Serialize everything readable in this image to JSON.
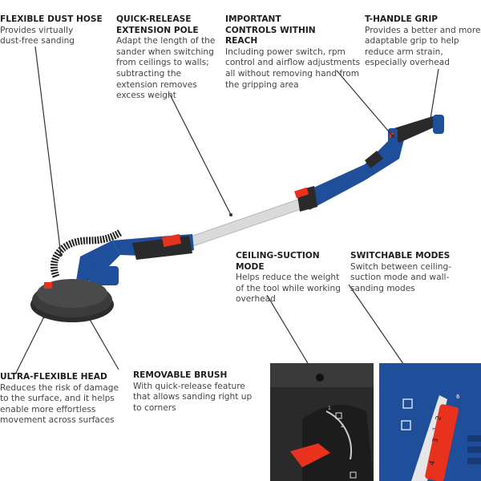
{
  "callouts": {
    "hose": {
      "title": "FLEXIBLE DUST HOSE",
      "desc": "Provides virtually dust-free sanding"
    },
    "pole": {
      "title": "QUICK-RELEASE EXTENSION POLE",
      "desc": "Adapt the length of the sander when switching from ceilings to walls; subtracting the extension removes excess weight"
    },
    "controls": {
      "title": "IMPORTANT CONTROLS WITHIN REACH",
      "desc": "Including power switch, rpm control and airflow adjustments all without removing hand from the gripping area"
    },
    "handle": {
      "title": "T-HANDLE GRIP",
      "desc": "Provides a better and more adaptable grip to help reduce arm strain, especially overhead"
    },
    "ceiling": {
      "title": "CEILING-SUCTION MODE",
      "desc": "Helps reduce the weight of the tool while working overhead"
    },
    "modes": {
      "title": "SWITCHABLE MODES",
      "desc": "Switch between ceiling-suction mode and wall-sanding modes"
    },
    "head": {
      "title": "ULTRA-FLEXIBLE HEAD",
      "desc": "Reduces the risk of damage to the surface, and it helps enable more effortless movement across surfaces"
    },
    "brush": {
      "title": "REMOVABLE BRUSH",
      "desc": "With quick-release feature that allows sanding right up to corners"
    }
  },
  "dial_labels": {
    "one": "1",
    "two": "2",
    "speed_range": "1-5",
    "six": "6",
    "slider_two": "2",
    "slider_three": "3",
    "slider_four": "4"
  },
  "colors": {
    "tool_blue": "#1f4e9a",
    "accent_red": "#e8321e",
    "dark": "#2a2a2a",
    "pole_silver": "#d8dadc"
  }
}
